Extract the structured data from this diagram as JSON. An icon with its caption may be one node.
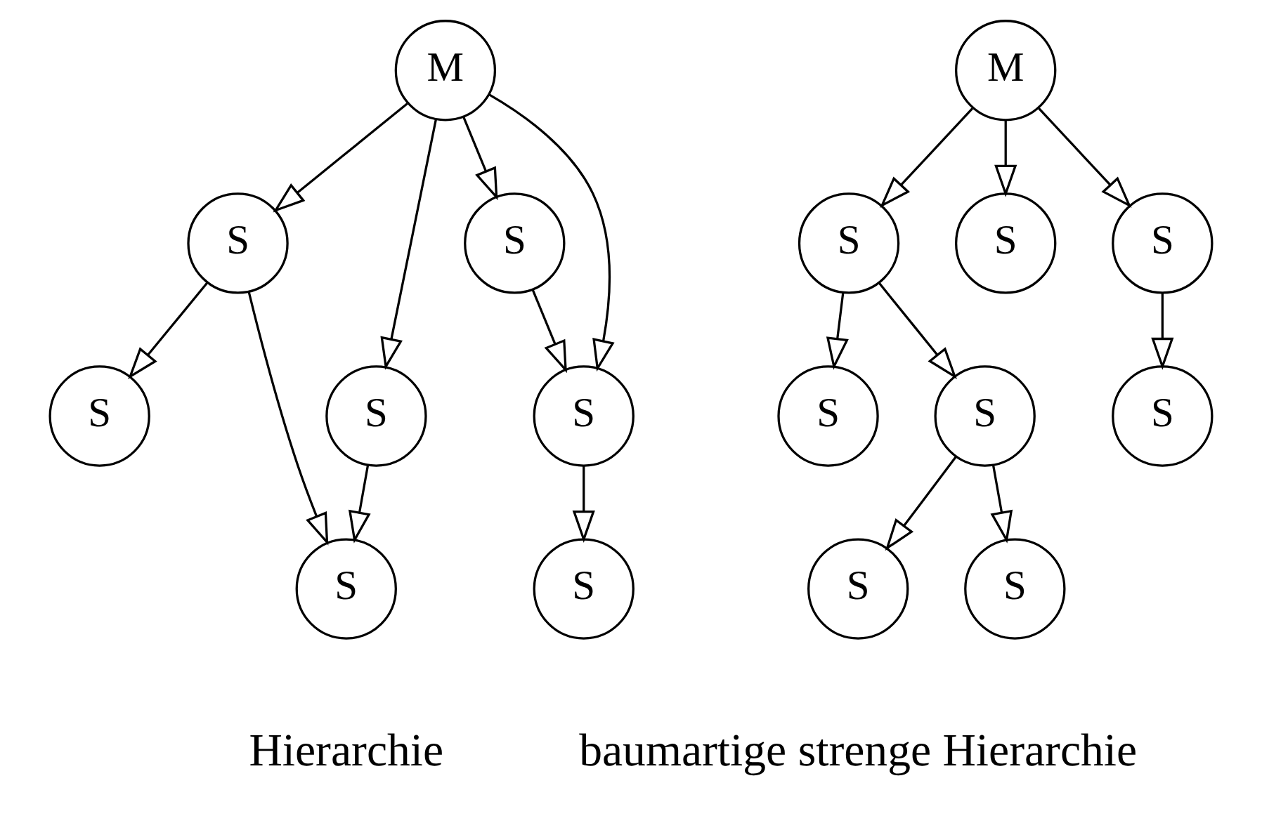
{
  "diagram": {
    "nodes": [
      {
        "text": [
          "M"
        ]
      },
      {
        "text": [
          "S"
        ]
      },
      {
        "text": [
          "S"
        ]
      },
      {
        "text": [
          "S"
        ]
      },
      {
        "text": [
          "S"
        ]
      },
      {
        "text": [
          "S"
        ]
      },
      {
        "text": [
          "S"
        ]
      },
      {
        "text": [
          "S"
        ]
      },
      {
        "text": [
          "M"
        ]
      },
      {
        "text": [
          "S"
        ]
      },
      {
        "text": [
          "S"
        ]
      },
      {
        "text": [
          "S"
        ]
      },
      {
        "text": [
          "S"
        ]
      },
      {
        "text": [
          "S"
        ]
      },
      {
        "text": [
          "S"
        ]
      },
      {
        "text": [
          "S"
        ]
      },
      {
        "text": [
          "S"
        ]
      }
    ],
    "edges": [
      {
        "from": 0,
        "to": 1,
        "arrow": "to"
      },
      {
        "from": 0,
        "to": 4,
        "arrow": "to"
      },
      {
        "from": 0,
        "to": 5,
        "arrow": "to"
      },
      {
        "from": 0,
        "to": 2,
        "arrow": "to"
      },
      {
        "from": 1,
        "to": 3,
        "arrow": "to"
      },
      {
        "from": 1,
        "to": 6,
        "arrow": "to"
      },
      {
        "from": 2,
        "to": 5,
        "arrow": "to"
      },
      {
        "from": 4,
        "to": 6,
        "arrow": "to"
      },
      {
        "from": 5,
        "to": 7,
        "arrow": "to"
      },
      {
        "from": 8,
        "to": 9,
        "arrow": "to"
      },
      {
        "from": 8,
        "to": 10,
        "arrow": "to"
      },
      {
        "from": 8,
        "to": 11,
        "arrow": "to"
      },
      {
        "from": 9,
        "to": 12,
        "arrow": "to"
      },
      {
        "from": 9,
        "to": 13,
        "arrow": "to"
      },
      {
        "from": 11,
        "to": 14,
        "arrow": "to"
      },
      {
        "from": 13,
        "to": 15,
        "arrow": "to"
      },
      {
        "from": 13,
        "to": 16,
        "arrow": "to"
      }
    ],
    "labels": [
      "Hierarchie",
      "baumartige strenge Hierarchie"
    ]
  }
}
